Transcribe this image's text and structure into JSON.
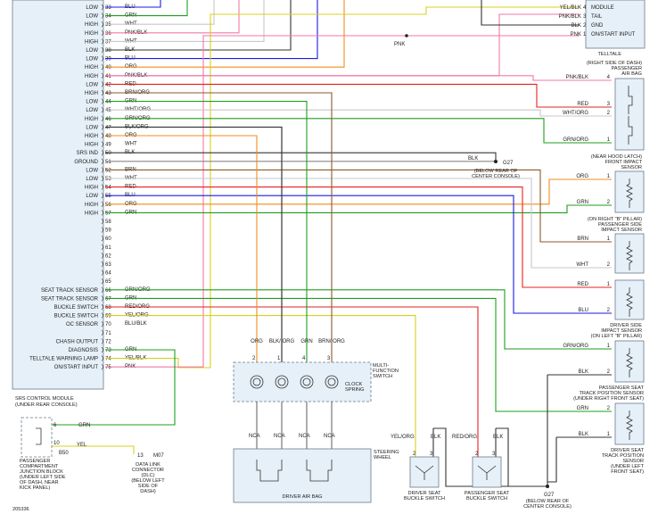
{
  "module": {
    "rows": [
      {
        "pin": "33",
        "wire": "BLU",
        "name": "LOW"
      },
      {
        "pin": "34",
        "wire": "GRN",
        "name": "LOW"
      },
      {
        "pin": "35",
        "wire": "WHT",
        "name": "HIGH"
      },
      {
        "pin": "36",
        "wire": "PNK/BLK",
        "name": "HIGH"
      },
      {
        "pin": "37",
        "wire": "WHT",
        "name": "HIGH"
      },
      {
        "pin": "38",
        "wire": "BLK",
        "name": "LOW"
      },
      {
        "pin": "39",
        "wire": "BLU",
        "name": "LOW"
      },
      {
        "pin": "40",
        "wire": "ORG",
        "name": "HIGH"
      },
      {
        "pin": "41",
        "wire": "PNK/BLK",
        "name": "HIGH"
      },
      {
        "pin": "42",
        "wire": "RED",
        "name": "LOW"
      },
      {
        "pin": "43",
        "wire": "BRN/ORG",
        "name": "HIGH"
      },
      {
        "pin": "44",
        "wire": "GRN",
        "name": "LOW"
      },
      {
        "pin": "45",
        "wire": "WHT/ORG",
        "name": "LOW"
      },
      {
        "pin": "46",
        "wire": "GRN/ORG",
        "name": "HIGH"
      },
      {
        "pin": "47",
        "wire": "BLK/ORG",
        "name": "LOW"
      },
      {
        "pin": "48",
        "wire": "ORG",
        "name": "HIGH"
      },
      {
        "pin": "49",
        "wire": "WHT",
        "name": "HIGH"
      },
      {
        "pin": "50",
        "wire": "BLK",
        "name": "SRS IND"
      },
      {
        "pin": "51",
        "wire": "",
        "name": "GROUND"
      },
      {
        "pin": "52",
        "wire": "BRN",
        "name": "LOW"
      },
      {
        "pin": "53",
        "wire": "WHT",
        "name": "LOW"
      },
      {
        "pin": "54",
        "wire": "RED",
        "name": "HIGH"
      },
      {
        "pin": "55",
        "wire": "BLU",
        "name": "LOW"
      },
      {
        "pin": "56",
        "wire": "ORG",
        "name": "HIGH"
      },
      {
        "pin": "57",
        "wire": "GRN",
        "name": "HIGH"
      },
      {
        "pin": "58",
        "wire": "",
        "name": ""
      },
      {
        "pin": "59",
        "wire": "",
        "name": ""
      },
      {
        "pin": "60",
        "wire": "",
        "name": ""
      },
      {
        "pin": "61",
        "wire": "",
        "name": ""
      },
      {
        "pin": "62",
        "wire": "",
        "name": ""
      },
      {
        "pin": "63",
        "wire": "",
        "name": ""
      },
      {
        "pin": "64",
        "wire": "",
        "name": ""
      },
      {
        "pin": "65",
        "wire": "",
        "name": ""
      },
      {
        "pin": "66",
        "wire": "GRN/ORG",
        "name": "SEAT TRACK SENSOR"
      },
      {
        "pin": "67",
        "wire": "GRN",
        "name": "SEAT TRACK SENSOR"
      },
      {
        "pin": "68",
        "wire": "RED/ORG",
        "name": "BUCKLE SWITCH"
      },
      {
        "pin": "69",
        "wire": "YEL/ORG",
        "name": "BUCKLE SWITCH"
      },
      {
        "pin": "70",
        "wire": "BLU/BLK",
        "name": "OC SENSOR"
      },
      {
        "pin": "71",
        "wire": "",
        "name": ""
      },
      {
        "pin": "72",
        "wire": "",
        "name": "CHASH OUTPUT"
      },
      {
        "pin": "73",
        "wire": "GRN",
        "name": "DIAGNOSIS"
      },
      {
        "pin": "74",
        "wire": "YEL/BLK",
        "name": "TELLTALE WARNING LAMP"
      },
      {
        "pin": "75",
        "wire": "PNK",
        "name": "ON/START INPUT"
      }
    ],
    "caption": [
      "SRS CONTROL MODULE",
      "(UNDER REAR CONSOLE)"
    ]
  },
  "telltale": {
    "pins": [
      {
        "wire": "YEL/BLK",
        "pin": "4",
        "name": "MODULE"
      },
      {
        "wire": "PNK/BLK",
        "pin": "3",
        "name": "TAIL"
      },
      {
        "wire": "BLK",
        "pin": "2",
        "name": "GND"
      },
      {
        "wire": "PNK",
        "pin": "1",
        "name": "ON/START INPUT"
      }
    ],
    "title": "TELLTALE",
    "pnk_label": "PNK"
  },
  "passenger_airbag": {
    "caption": [
      "(RIGHT SIDE OF DASH)",
      "PASSENGER",
      "AIR BAG"
    ],
    "wires": [
      {
        "wire": "PNK/BLK",
        "pin": "4"
      },
      {
        "wire": "RED",
        "pin": "3"
      },
      {
        "wire": "WHT/ORG",
        "pin": "2"
      },
      {
        "wire": "GRN/ORG",
        "pin": "1"
      }
    ]
  },
  "ground_g27_top": {
    "wire": "BLK",
    "name": "G27",
    "caption": [
      "(BELOW REAR OF",
      "CENTER CONSOLE)"
    ]
  },
  "front_impact": {
    "caption": [
      "(NEAR HOOD LATCH)",
      "FRONT IMPACT",
      "SENSOR"
    ],
    "wires": [
      {
        "wire": "ORG",
        "pin": "1"
      },
      {
        "wire": "GRN",
        "pin": "2"
      }
    ]
  },
  "pass_side_impact": {
    "caption": [
      "(ON RIGHT \"B\" PILLAR)",
      "PASSENGER SIDE",
      "IMPACT SENSOR"
    ],
    "wires": [
      {
        "wire": "BRN",
        "pin": "1"
      },
      {
        "wire": "WHT",
        "pin": "2"
      }
    ]
  },
  "driver_side_impact": {
    "caption": [
      "DRIVER SIDE",
      "IMPACT SENSOR",
      "(ON LEFT \"B\" PILLAR)"
    ],
    "wires": [
      {
        "wire": "RED",
        "pin": "1"
      },
      {
        "wire": "BLU",
        "pin": "2"
      }
    ]
  },
  "pass_track": {
    "caption": [
      "PASSENGER SEAT",
      "TRACK POSITION SENSOR",
      "(UNDER RIGHT FRONT SEAT)"
    ],
    "wires": [
      {
        "wire": "GRN/ORG",
        "pin": "1"
      },
      {
        "wire": "BLK",
        "pin": "2"
      }
    ]
  },
  "driver_track": {
    "caption": [
      "DRIVER SEAT",
      "TRACK POSITION",
      "SENSOR",
      "(UNDER LEFT",
      "FRONT SEAT)"
    ],
    "wires": [
      {
        "wire": "GRN",
        "pin": "2"
      },
      {
        "wire": "BLK",
        "pin": "1"
      }
    ]
  },
  "clock_spring": {
    "top_wires": [
      {
        "wire": "ORG",
        "pin": "2"
      },
      {
        "wire": "BLK/ ORG",
        "pin": "1"
      },
      {
        "wire": "GRN",
        "pin": "4"
      },
      {
        "wire": "BRN/ ORG",
        "pin": "3"
      }
    ],
    "nca": [
      "NCA",
      "NCA",
      "NCA",
      "NCA"
    ],
    "caption": [
      "MULTI-",
      "FUNCTION",
      "SWITCH"
    ],
    "inner": [
      "CLOCK",
      "SPRING"
    ]
  },
  "driver_airbag": {
    "label": "DRIVER AIR BAG",
    "caption": [
      "STEERING",
      "WHEEL"
    ]
  },
  "driver_buckle": {
    "caption": [
      "DRIVER SEAT",
      "BUCKLE SWITCH"
    ],
    "wires": [
      {
        "wire": "YEL/ORG",
        "pin": "2"
      },
      {
        "wire": "BLK",
        "pin": "3"
      }
    ]
  },
  "pass_buckle": {
    "caption": [
      "PASSENGER SEAT",
      "BUCKLE SWITCH"
    ],
    "wires": [
      {
        "wire": "RED/ORG",
        "pin": "2"
      },
      {
        "wire": "BLK",
        "pin": "3"
      }
    ]
  },
  "ground_g27_bottom": {
    "name": "G27",
    "caption": [
      "(BELOW REAR OF",
      "CENTER CONSOLE)"
    ]
  },
  "junction_block": {
    "pins": [
      {
        "pin": "6",
        "wire": "GRN"
      },
      {
        "pin": "10",
        "wire": "YEL"
      }
    ],
    "conn": "B50",
    "caption": [
      "PASSENGER",
      "COMPARTMENT",
      "JUNCTION BLOCK",
      "(UNDER LEFT SIDE",
      "OF DASH, NEAR",
      "KICK PANEL)"
    ]
  },
  "dlc": {
    "pin": "13",
    "conn": "M07",
    "caption": [
      "DATA LINK",
      "CONNECTOR",
      "(DLC)",
      "(BELOW LEFT",
      "SIDE OF",
      "DASH)"
    ]
  },
  "diagram_id": "205336",
  "colors": {
    "BLU": "#1a1ae6",
    "GRN": "#1e9e1e",
    "WHT": "#c8c8c8",
    "PNK": "#f07aa8",
    "BLK": "#333333",
    "ORG": "#f08c1e",
    "RED": "#e62020",
    "BRN": "#8b5a2b",
    "YEL": "#d8d020",
    "GRY": "#888888",
    "box": "#e6f0f8",
    "boxline": "#6a7a8a"
  }
}
